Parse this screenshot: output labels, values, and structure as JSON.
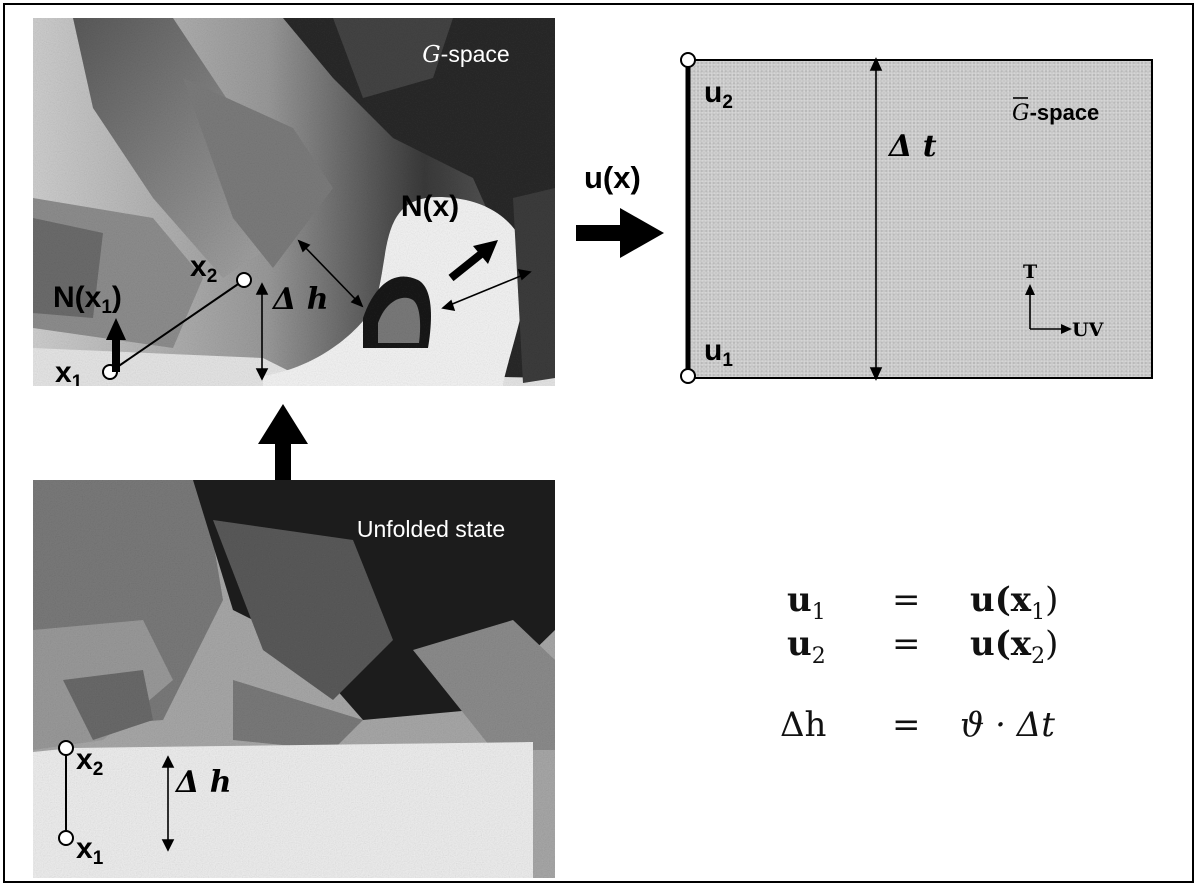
{
  "top_photo": {
    "label": "G-space",
    "label_italic": "G",
    "label_rest": "-space",
    "normal_general": "N(x)",
    "normal_x1": "N(x",
    "normal_x1_sub": "1",
    "normal_x1_close": ")",
    "point_x2": "x",
    "point_x2_sub": "2",
    "point_x1": "x",
    "point_x1_sub": "1",
    "delta_h": "Δ h"
  },
  "bottom_photo": {
    "label": "Unfolded state",
    "point_x2": "x",
    "point_x2_sub": "2",
    "point_x1": "x",
    "point_x1_sub": "1",
    "delta_h": "Δ h"
  },
  "mapping": {
    "label": "u(x)"
  },
  "gbar_space": {
    "label_italic": "G",
    "label_rest": "-space",
    "u2": "u",
    "u2_sub": "2",
    "u1": "u",
    "u1_sub": "1",
    "delta_t": "Δ t",
    "axis_t": "T",
    "axis_uv": "UV"
  },
  "equations": [
    {
      "lhs": "u",
      "lhs_sub": "1",
      "op": "=",
      "rhs": "u(x",
      "rhs_sub": "1",
      "rhs_close": ")"
    },
    {
      "lhs": "u",
      "lhs_sub": "2",
      "op": "=",
      "rhs": "u(x",
      "rhs_sub": "2",
      "rhs_close": ")"
    },
    {
      "lhs": "Δh",
      "op": "=",
      "rhs": "ϑ · Δt"
    }
  ],
  "colors": {
    "border": "#000000",
    "panel_fill": "#c8c8c8",
    "photo_dark": "#1e1e1e",
    "photo_mid": "#6e6e6e",
    "photo_light": "#d8d8d8"
  }
}
